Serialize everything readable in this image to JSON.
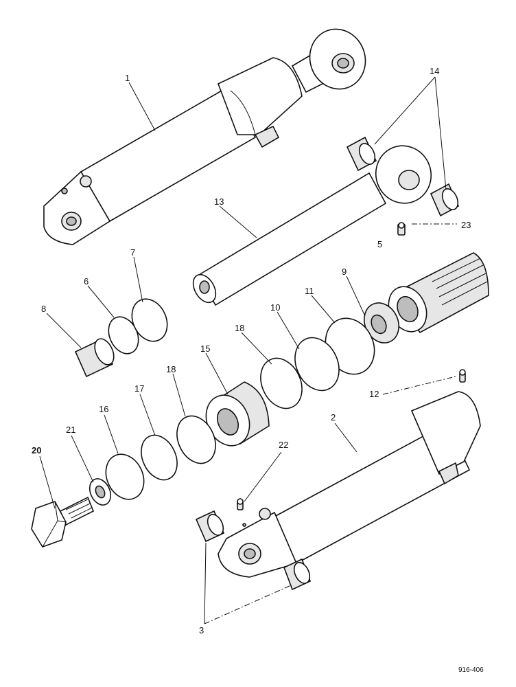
{
  "callouts": {
    "c1": "1",
    "c2": "2",
    "c3": "3",
    "c5": "5",
    "c6": "6",
    "c7": "7",
    "c8": "8",
    "c9": "9",
    "c10": "10",
    "c11": "11",
    "c12": "12",
    "c13": "13",
    "c14": "14",
    "c15": "15",
    "c16": "16",
    "c17": "17",
    "c18a": "18",
    "c18b": "18",
    "c20": "20",
    "c21": "21",
    "c22": "22",
    "c23": "23"
  },
  "reference_code": "916-406"
}
